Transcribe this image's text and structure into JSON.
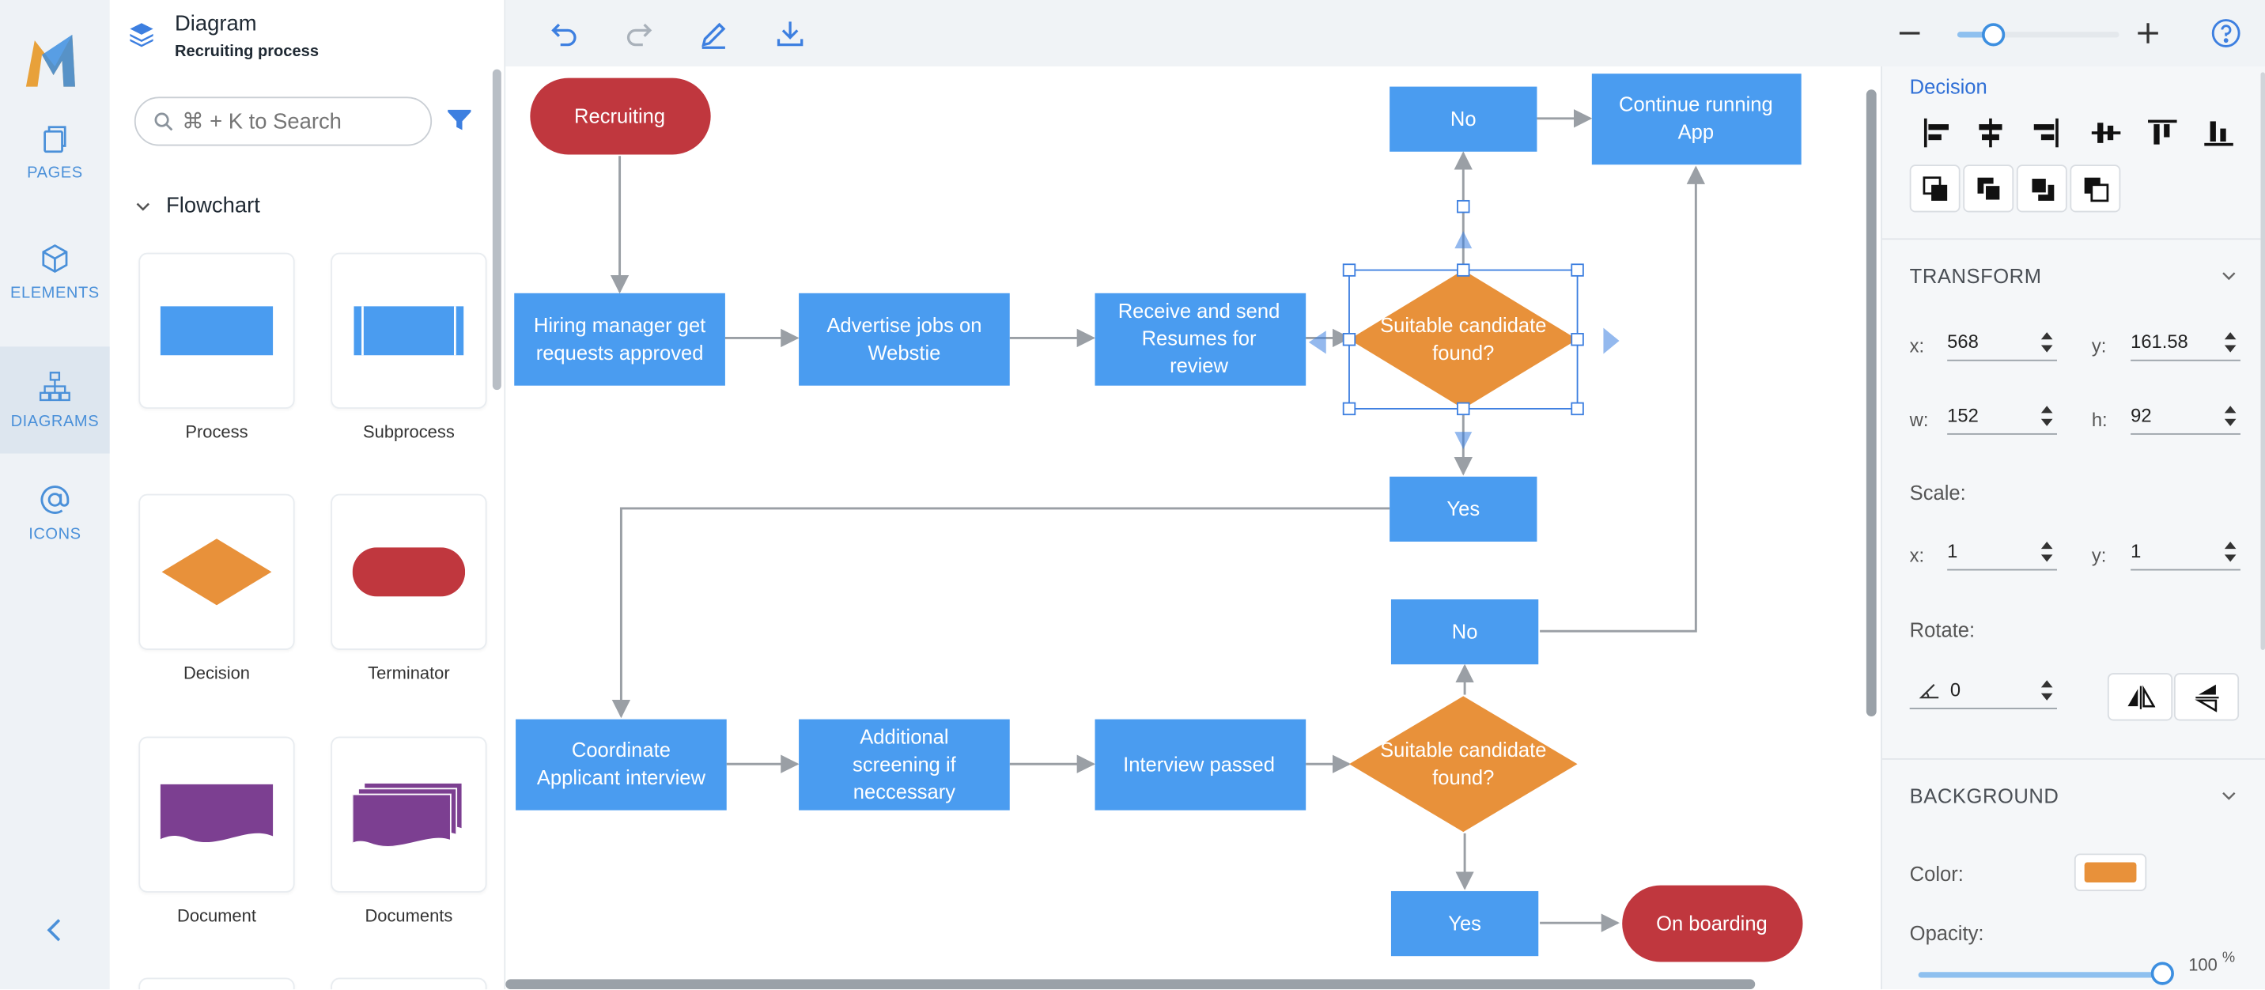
{
  "app": {
    "title": "Diagram",
    "subtitle": "Recruiting process"
  },
  "rail": {
    "items": [
      {
        "label": "PAGES",
        "icon": "pages-icon"
      },
      {
        "label": "ELEMENTS",
        "icon": "elements-icon"
      },
      {
        "label": "DIAGRAMS",
        "icon": "diagrams-icon",
        "active": true
      },
      {
        "label": "ICONS",
        "icon": "at-icon"
      }
    ]
  },
  "library": {
    "search_placeholder": "⌘ + K to Search",
    "section": "Flowchart",
    "shapes": [
      {
        "label": "Process"
      },
      {
        "label": "Subprocess"
      },
      {
        "label": "Decision"
      },
      {
        "label": "Terminator"
      },
      {
        "label": "Document"
      },
      {
        "label": "Documents"
      }
    ]
  },
  "toolbar": {
    "zoom_level": 0.22
  },
  "diagram": {
    "nodes": [
      {
        "id": "recruiting",
        "text": "Recruiting"
      },
      {
        "id": "hiring",
        "text": "Hiring manager get requests approved"
      },
      {
        "id": "advertise",
        "text": "Advertise jobs on Webstie"
      },
      {
        "id": "receive",
        "text": "Receive and send Resumes for review"
      },
      {
        "id": "decision1",
        "text": "Suitable candidate found?"
      },
      {
        "id": "no1",
        "text": "No"
      },
      {
        "id": "continue",
        "text": "Continue running App"
      },
      {
        "id": "yes1",
        "text": "Yes"
      },
      {
        "id": "no2",
        "text": "No"
      },
      {
        "id": "coordinate",
        "text": "Coordinate Applicant interview"
      },
      {
        "id": "additional",
        "text": "Additional screening if neccessary"
      },
      {
        "id": "interview",
        "text": "Interview passed"
      },
      {
        "id": "decision2",
        "text": "Suitable candidate found?"
      },
      {
        "id": "yes2",
        "text": "Yes"
      },
      {
        "id": "onboarding",
        "text": "On boarding"
      }
    ],
    "colors": {
      "process": "#4a9cf0",
      "decision": "#e8913a",
      "terminator": "#c0373e",
      "selection": "#3d7fe0"
    }
  },
  "properties": {
    "title": "Decision",
    "transform": {
      "label": "TRANSFORM",
      "x_label": "x:",
      "x": "568",
      "y_label": "y:",
      "y": "161.58",
      "w_label": "w:",
      "w": "152",
      "h_label": "h:",
      "h": "92"
    },
    "scale": {
      "label": "Scale:",
      "x_label": "x:",
      "x": "1",
      "y_label": "y:",
      "y": "1"
    },
    "rotate": {
      "label": "Rotate:",
      "value": "0"
    },
    "background": {
      "label": "BACKGROUND",
      "color_label": "Color:",
      "color": "#e8913a",
      "opacity_label": "Opacity:",
      "opacity": "100",
      "opacity_unit": "%"
    }
  }
}
